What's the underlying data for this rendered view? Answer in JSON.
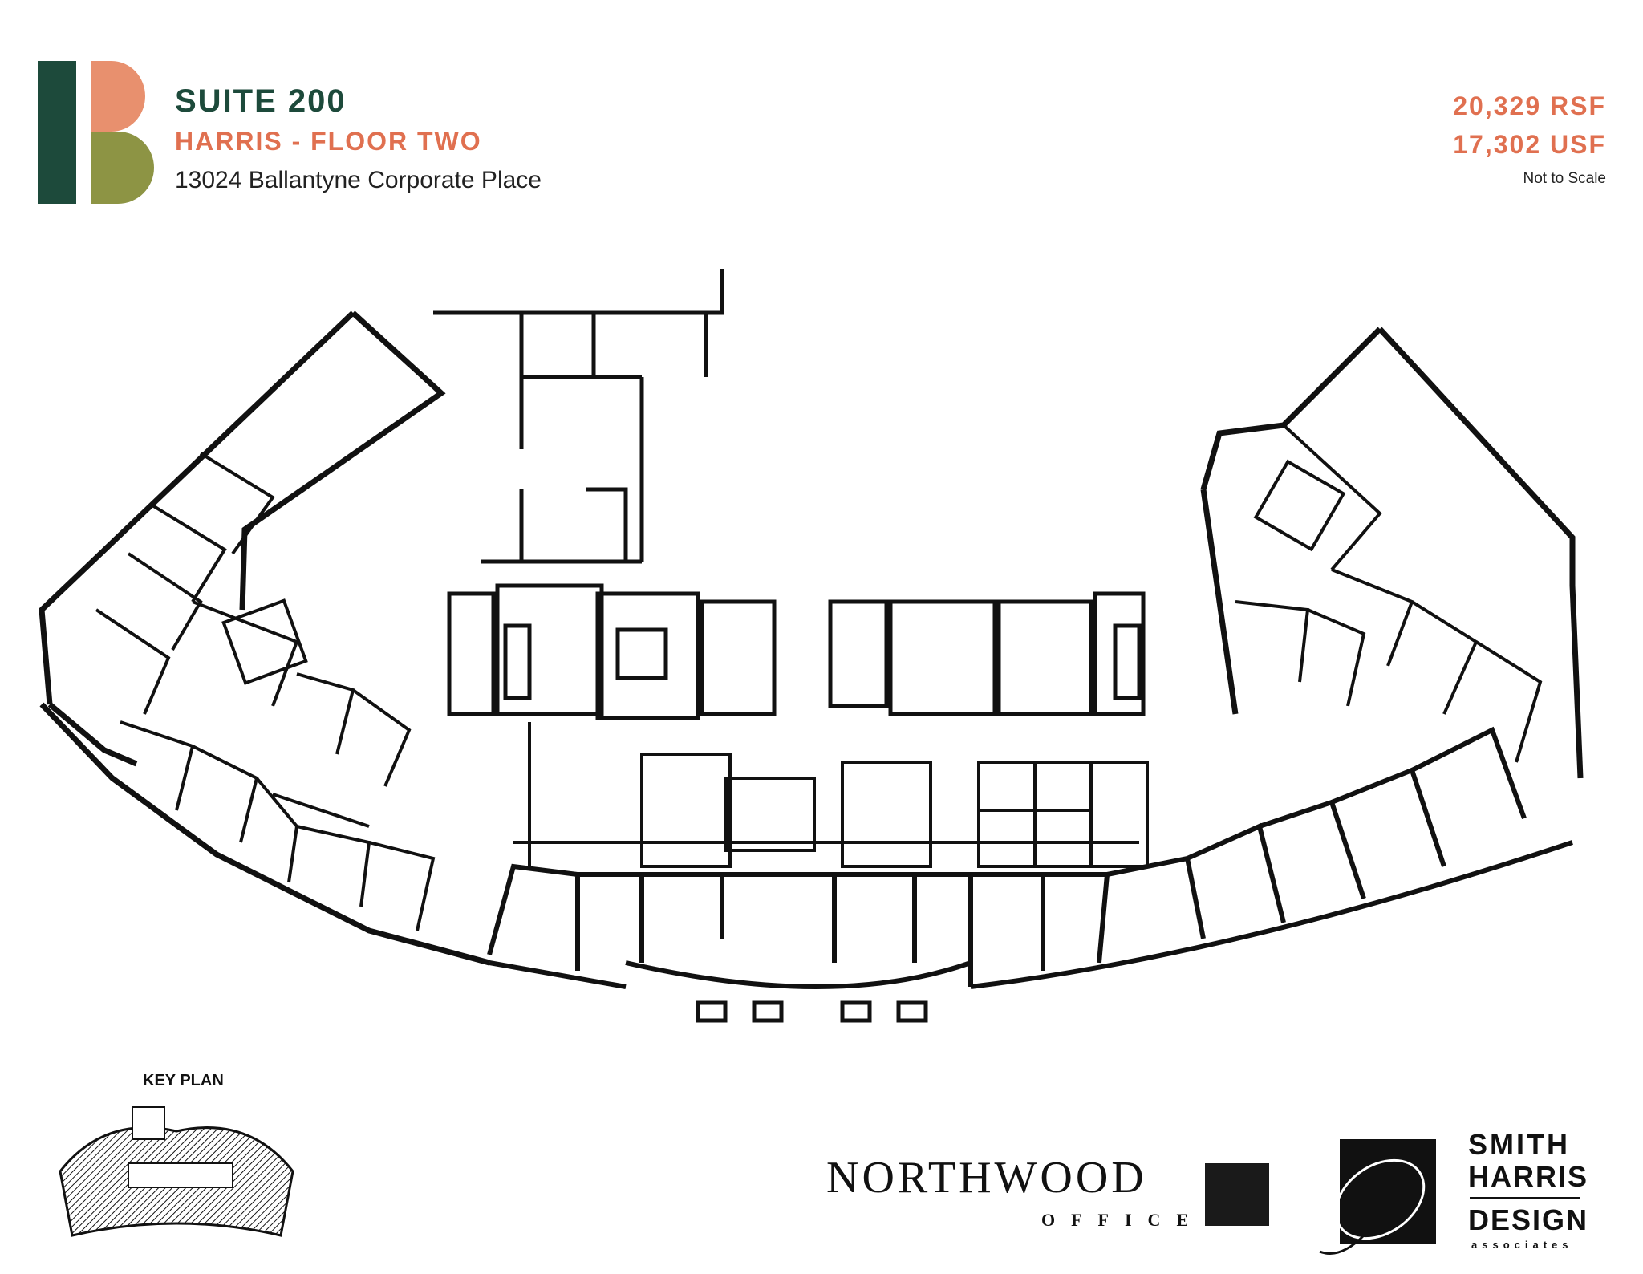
{
  "header": {
    "suite": "SUITE 200",
    "floor": "HARRIS - FLOOR TWO",
    "address": "13024 Ballantyne Corporate Place",
    "rsf": "20,329 RSF",
    "usf": "17,302 USF",
    "scale_note": "Not to Scale"
  },
  "brand": {
    "logo_letter": "B",
    "colors": {
      "dark_green": "#1d4a3b",
      "salmon": "#e8906e",
      "olive": "#8d9444",
      "accent_text": "#e07050"
    }
  },
  "key_plan": {
    "label": "KEY PLAN"
  },
  "footer": {
    "northwood_name": "NORTHWOOD",
    "northwood_sub": "OFFICE",
    "shd_line1": "SMITH",
    "shd_line2": "HARRIS",
    "shd_line3": "DESIGN",
    "shd_line4": "associates"
  }
}
